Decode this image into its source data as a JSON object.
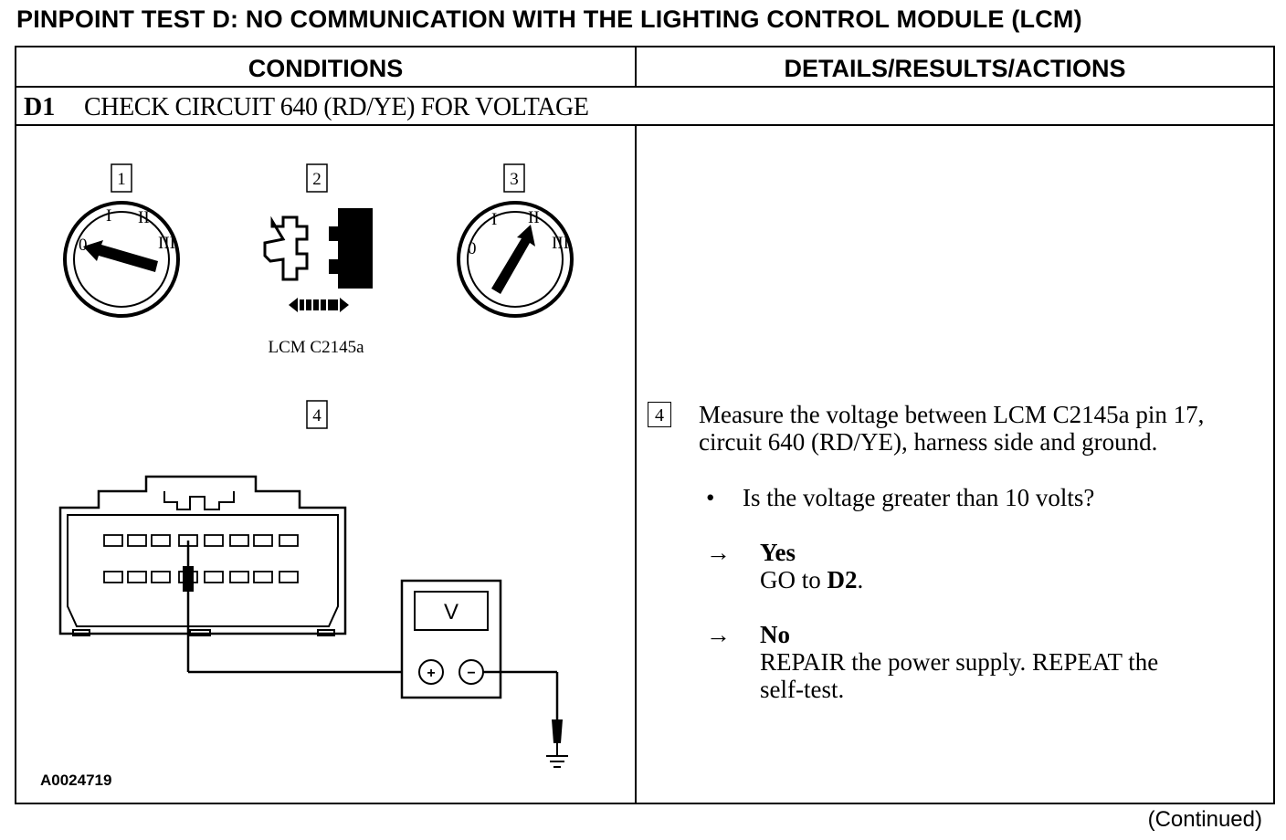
{
  "title": "PINPOINT TEST D:  NO COMMUNICATION WITH THE LIGHTING CONTROL MODULE (LCM)",
  "headers": {
    "conditions": "CONDITIONS",
    "details": "DETAILS/RESULTS/ACTIONS"
  },
  "step": {
    "id": "D1",
    "title": "CHECK CIRCUIT 640 (RD/YE) FOR VOLTAGE"
  },
  "illustration": {
    "callouts": [
      "1",
      "2",
      "3",
      "4"
    ],
    "connector_label": "LCM C2145a",
    "meter_symbol": "V",
    "meter_plus": "+",
    "meter_minus": "−",
    "figure_id": "A0024719",
    "switch_marks": [
      "0",
      "I",
      "II",
      "III"
    ]
  },
  "details": {
    "callout": "4",
    "instruction_line1": "Measure the voltage between LCM C2145a pin 17,",
    "instruction_line2": "circuit 640 (RD/YE), harness side and ground.",
    "bullet": "•",
    "question": "Is the voltage greater than 10 volts?",
    "arrow": "→",
    "yes_label": "Yes",
    "yes_action_prefix": "GO to ",
    "yes_action_target": "D2",
    "yes_action_suffix": ".",
    "no_label": "No",
    "no_action_line1": "REPAIR the power supply. REPEAT the",
    "no_action_line2": "self-test."
  },
  "footer": "(Continued)"
}
